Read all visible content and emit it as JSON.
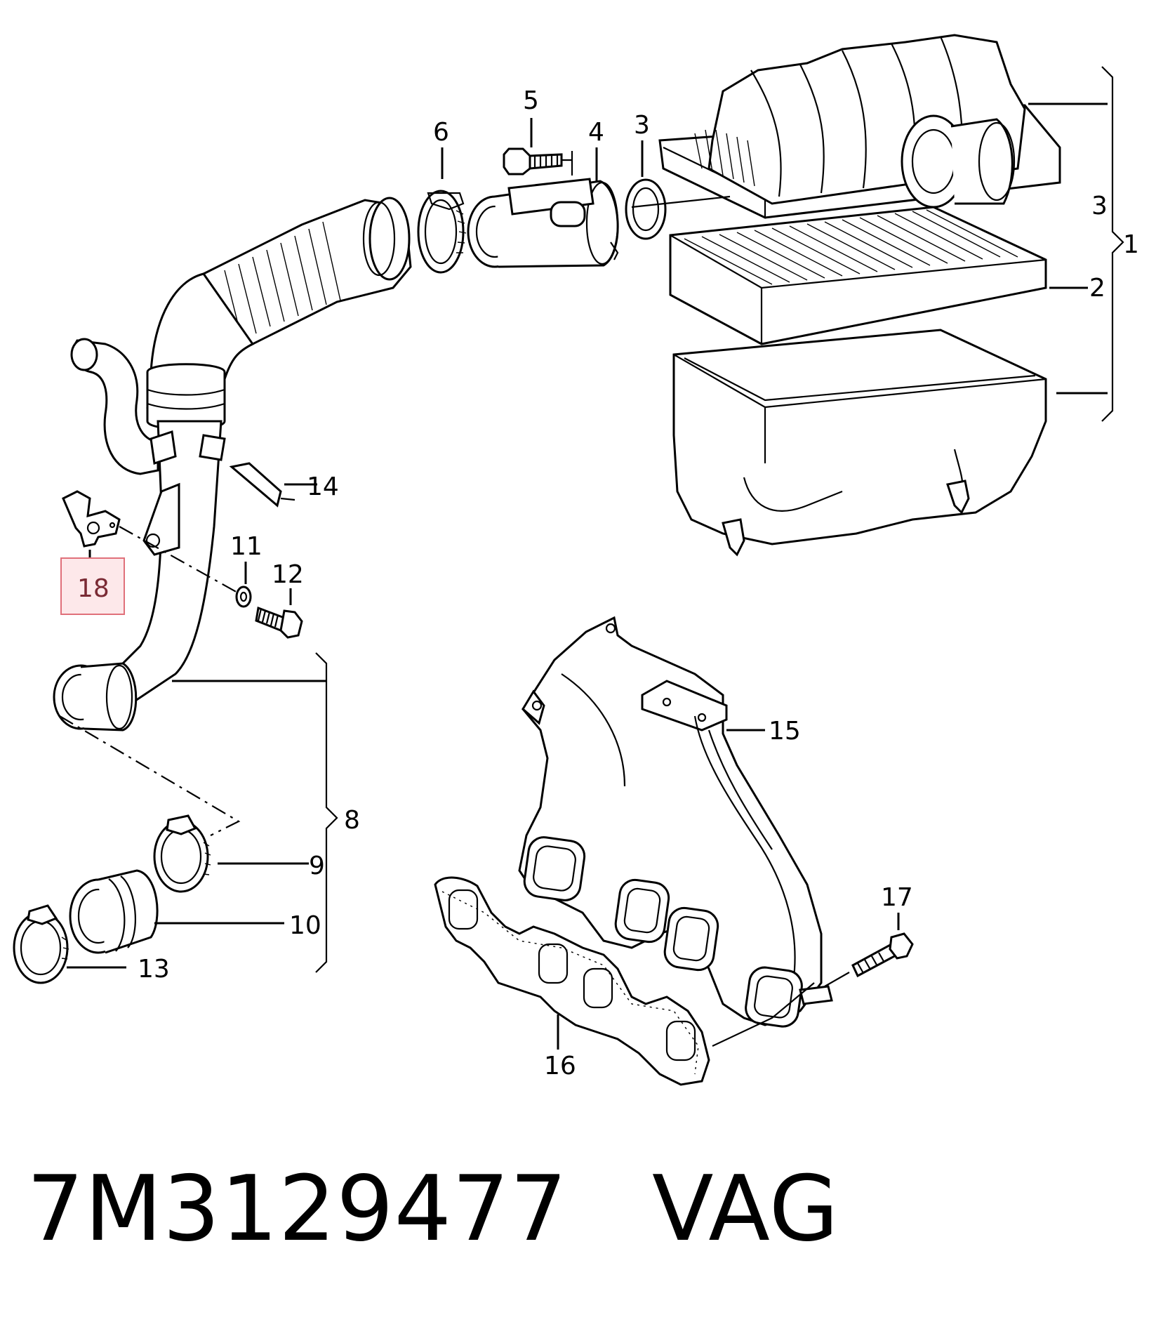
{
  "callouts": {
    "c1": "1",
    "c2": "2",
    "c3a": "3",
    "c3b": "3",
    "c4": "4",
    "c5": "5",
    "c6": "6",
    "c8": "8",
    "c9": "9",
    "c10": "10",
    "c11": "11",
    "c12": "12",
    "c13": "13",
    "c14": "14",
    "c15": "15",
    "c16": "16",
    "c17": "17",
    "c18": "18"
  },
  "highlight": {
    "label": "18",
    "border_color": "#e0707a",
    "fill_color": "#fde8ea"
  },
  "footer": {
    "part_number": "7M3129477",
    "brand": "VAG"
  }
}
